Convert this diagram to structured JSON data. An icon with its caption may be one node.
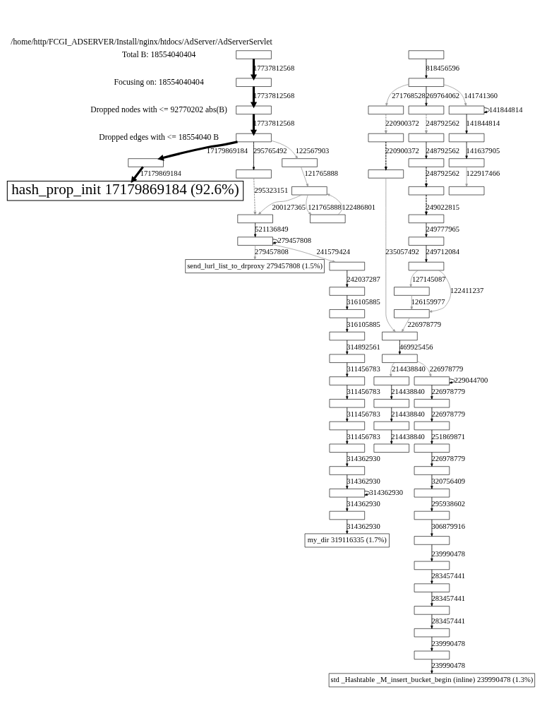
{
  "diagram": {
    "title": "/home/http/FCGI_ADSERVER/Install/nginx/htdocs/AdServer/AdServerServlet",
    "labels": [
      "Total B: 18554040404",
      "Focusing on: 18554040404",
      "Dropped nodes with <= 92770202 abs(B)",
      "Dropped edges with <= 18554040 B"
    ],
    "nodes": [
      {
        "text": [],
        "shape": "box"
      },
      {
        "text": [],
        "shape": "box"
      },
      {
        "text": [],
        "shape": "box"
      },
      {
        "text": [],
        "shape": "box"
      },
      {
        "text": [],
        "shape": "box"
      },
      {
        "text": [
          "hash_prop_init 17179869184 (92.6%)"
        ]
      },
      {
        "text": [],
        "shape": "box"
      },
      {
        "text": [],
        "shape": "box"
      },
      {
        "text": [],
        "shape": "box"
      },
      {
        "text": [],
        "shape": "box"
      },
      {
        "text": [],
        "shape": "box"
      },
      {
        "text": [],
        "shape": "box"
      },
      {
        "text": [
          "send_lurl_list_to_drproxy 279457808 (1.5%)"
        ]
      },
      {
        "text": [],
        "shape": "box"
      },
      {
        "text": [],
        "shape": "box"
      },
      {
        "text": [],
        "shape": "box"
      },
      {
        "text": [],
        "shape": "box"
      },
      {
        "text": [],
        "shape": "box"
      },
      {
        "text": [],
        "shape": "box"
      },
      {
        "text": [],
        "shape": "box"
      },
      {
        "text": [],
        "shape": "box"
      },
      {
        "text": [],
        "shape": "box"
      },
      {
        "text": [],
        "shape": "box"
      },
      {
        "text": [],
        "shape": "box"
      },
      {
        "text": [],
        "shape": "box"
      },
      {
        "text": [
          "my_dir 319116335 (1.7%)"
        ]
      },
      {
        "text": [],
        "shape": "box"
      },
      {
        "text": [],
        "shape": "box"
      },
      {
        "text": [],
        "shape": "box"
      },
      {
        "text": [],
        "shape": "box"
      },
      {
        "text": [],
        "shape": "box"
      },
      {
        "text": [],
        "shape": "box"
      },
      {
        "text": [],
        "shape": "box"
      },
      {
        "text": [],
        "shape": "box"
      },
      {
        "text": [],
        "shape": "box"
      },
      {
        "text": [],
        "shape": "box"
      },
      {
        "text": [],
        "shape": "box"
      },
      {
        "text": [],
        "shape": "box"
      },
      {
        "text": [],
        "shape": "box"
      },
      {
        "text": [],
        "shape": "box"
      },
      {
        "text": [],
        "shape": "box"
      },
      {
        "text": [],
        "shape": "box"
      },
      {
        "text": [],
        "shape": "box"
      },
      {
        "text": [],
        "shape": "box"
      },
      {
        "text": [],
        "shape": "box"
      },
      {
        "text": [],
        "shape": "box"
      },
      {
        "text": [],
        "shape": "box"
      },
      {
        "text": [],
        "shape": "box"
      },
      {
        "text": [],
        "shape": "box"
      },
      {
        "text": [],
        "shape": "box"
      },
      {
        "text": [],
        "shape": "box"
      },
      {
        "text": [],
        "shape": "box"
      },
      {
        "text": [],
        "shape": "box"
      },
      {
        "text": [],
        "shape": "box"
      },
      {
        "text": [],
        "shape": "box"
      },
      {
        "text": [],
        "shape": "box"
      },
      {
        "text": [],
        "shape": "box"
      },
      {
        "text": [],
        "shape": "box"
      },
      {
        "text": [],
        "shape": "box"
      },
      {
        "text": [],
        "shape": "box"
      },
      {
        "text": [],
        "shape": "box"
      },
      {
        "text": [],
        "shape": "box"
      },
      {
        "text": [],
        "shape": "box"
      },
      {
        "text": [
          "std _Hashtable _M_insert_bucket_begin (inline) 239990478 (1.3%)"
        ]
      }
    ],
    "edges": [
      {
        "from": 0,
        "to": 1,
        "arrow": "to",
        "label": "17737812568",
        "style": "thick"
      },
      {
        "from": 1,
        "to": 2,
        "arrow": "to",
        "label": "17737812568",
        "style": "thick"
      },
      {
        "from": 2,
        "to": 3,
        "arrow": "to",
        "label": "17737812568",
        "style": "thick"
      },
      {
        "from": 3,
        "to": 4,
        "arrow": "to",
        "label": "17179869184",
        "style": "thick"
      },
      {
        "from": 4,
        "to": 5,
        "arrow": "to",
        "label": "17179869184",
        "style": "thick"
      },
      {
        "from": 3,
        "to": 6,
        "arrow": "to",
        "label": "295765492"
      },
      {
        "from": 3,
        "to": 7,
        "arrow": "to",
        "label": "122567903",
        "color": "#999999"
      },
      {
        "from": 7,
        "to": 8,
        "arrow": "to",
        "label": "121765888",
        "color": "#999999"
      },
      {
        "from": 6,
        "to": 9,
        "arrow": "to",
        "label": "295323151",
        "style": "dashed",
        "color": "#999999"
      },
      {
        "from": 8,
        "to": 9,
        "arrow": "to",
        "label": "200127365",
        "color": "#999999"
      },
      {
        "from": 8,
        "to": 10,
        "arrow": "to",
        "label": "121765888",
        "color": "#999999"
      },
      {
        "from": 10,
        "to": 8,
        "arrow": "to",
        "label": "122486801",
        "color": "#999999"
      },
      {
        "from": 9,
        "to": 11,
        "arrow": "to",
        "label": "521136849"
      },
      {
        "from": 11,
        "to": 11,
        "arrow": "to",
        "label": "279457808"
      },
      {
        "from": 11,
        "to": 12,
        "arrow": "to",
        "label": "279457808",
        "color": "#999999"
      },
      {
        "from": 11,
        "to": 13,
        "arrow": "to",
        "label": "241579424",
        "color": "#999999"
      },
      {
        "from": 13,
        "to": 14,
        "arrow": "to",
        "label": "242037287"
      },
      {
        "from": 14,
        "to": 15,
        "arrow": "to",
        "label": "316105885"
      },
      {
        "from": 15,
        "to": 16,
        "arrow": "to",
        "label": "316105885"
      },
      {
        "from": 16,
        "to": 17,
        "arrow": "to",
        "label": "314892561"
      },
      {
        "from": 17,
        "to": 18,
        "arrow": "to",
        "label": "311456783"
      },
      {
        "from": 18,
        "to": 19,
        "arrow": "to",
        "label": "311456783"
      },
      {
        "from": 19,
        "to": 20,
        "arrow": "to",
        "label": "311456783"
      },
      {
        "from": 20,
        "to": 21,
        "arrow": "to",
        "label": "311456783"
      },
      {
        "from": 21,
        "to": 22,
        "arrow": "to",
        "label": "314362930"
      },
      {
        "from": 22,
        "to": 23,
        "arrow": "to",
        "label": "314362930"
      },
      {
        "from": 23,
        "to": 23,
        "arrow": "to",
        "label": "314362930"
      },
      {
        "from": 23,
        "to": 24,
        "arrow": "to",
        "label": "314362930"
      },
      {
        "from": 24,
        "to": 25,
        "arrow": "to",
        "label": "314362930"
      },
      {
        "from": 26,
        "to": 27,
        "arrow": "to",
        "label": "818456596"
      },
      {
        "from": 27,
        "to": 28,
        "arrow": "to",
        "label": "271768528",
        "color": "#999999"
      },
      {
        "from": 27,
        "to": 29,
        "arrow": "to",
        "label": "269764062"
      },
      {
        "from": 27,
        "to": 30,
        "arrow": "to",
        "label": "141741360",
        "color": "#999999"
      },
      {
        "from": 30,
        "to": 30,
        "arrow": "to",
        "label": "141844814"
      },
      {
        "from": 28,
        "to": 31,
        "arrow": "to",
        "label": "220900372",
        "style": "dashed",
        "color": "#999999"
      },
      {
        "from": 29,
        "to": 32,
        "arrow": "to",
        "label": "248792562",
        "style": "dashed",
        "color": "#999999"
      },
      {
        "from": 30,
        "to": 33,
        "arrow": "to",
        "label": "141844814"
      },
      {
        "from": 31,
        "to": 34,
        "arrow": "to",
        "label": "220900372",
        "style": "dashed"
      },
      {
        "from": 32,
        "to": 35,
        "arrow": "to",
        "label": "248792562"
      },
      {
        "from": 33,
        "to": 36,
        "arrow": "to",
        "label": "141637905"
      },
      {
        "from": 35,
        "to": 37,
        "arrow": "to",
        "label": "248792562",
        "style": "dashed"
      },
      {
        "from": 36,
        "to": 38,
        "arrow": "to",
        "label": "122917466",
        "color": "#999999"
      },
      {
        "from": 37,
        "to": 39,
        "arrow": "to",
        "label": "249022815",
        "style": "dashed"
      },
      {
        "from": 39,
        "to": 40,
        "arrow": "to",
        "label": "249777965"
      },
      {
        "from": 40,
        "to": 41,
        "arrow": "to",
        "label": "249712084"
      },
      {
        "from": 41,
        "to": 42,
        "arrow": "to",
        "label": "127145087",
        "color": "#999999"
      },
      {
        "from": 41,
        "to": 43,
        "arrow": "to",
        "label": "122411237",
        "color": "#999999"
      },
      {
        "from": 42,
        "to": 43,
        "arrow": "to",
        "label": "126159977",
        "color": "#999999"
      },
      {
        "from": 34,
        "to": 44,
        "arrow": "to",
        "label": "235057492",
        "color": "#999999"
      },
      {
        "from": 43,
        "to": 44,
        "arrow": "to",
        "label": "226978779",
        "color": "#999999"
      },
      {
        "from": 44,
        "to": 45,
        "arrow": "to",
        "label": "469925456"
      },
      {
        "from": 45,
        "to": 46,
        "arrow": "to",
        "label": "214438840",
        "color": "#999999"
      },
      {
        "from": 45,
        "to": 47,
        "arrow": "to",
        "label": "226978779",
        "color": "#999999"
      },
      {
        "from": 47,
        "to": 47,
        "arrow": "to",
        "label": "229044700"
      },
      {
        "from": 46,
        "to": 48,
        "arrow": "to",
        "label": "214438840"
      },
      {
        "from": 47,
        "to": 49,
        "arrow": "to",
        "label": "226978779"
      },
      {
        "from": 48,
        "to": 50,
        "arrow": "to",
        "label": "214438840"
      },
      {
        "from": 49,
        "to": 51,
        "arrow": "to",
        "label": "226978779"
      },
      {
        "from": 50,
        "to": 52,
        "arrow": "to",
        "label": "214438840"
      },
      {
        "from": 51,
        "to": 53,
        "arrow": "to",
        "label": "251869871"
      },
      {
        "from": 53,
        "to": 54,
        "arrow": "to",
        "label": "226978779"
      },
      {
        "from": 54,
        "to": 55,
        "arrow": "to",
        "label": "320756409"
      },
      {
        "from": 55,
        "to": 56,
        "arrow": "to",
        "label": "295938602"
      },
      {
        "from": 56,
        "to": 57,
        "arrow": "to",
        "label": "306879916"
      },
      {
        "from": 57,
        "to": 58,
        "arrow": "to",
        "label": "239990478"
      },
      {
        "from": 58,
        "to": 59,
        "arrow": "to",
        "label": "283457441"
      },
      {
        "from": 59,
        "to": 60,
        "arrow": "to",
        "label": "283457441"
      },
      {
        "from": 60,
        "to": 61,
        "arrow": "to",
        "label": "283457441"
      },
      {
        "from": 61,
        "to": 62,
        "arrow": "to",
        "label": "239990478"
      },
      {
        "from": 62,
        "to": 63,
        "arrow": "to",
        "label": "239990478"
      }
    ]
  }
}
